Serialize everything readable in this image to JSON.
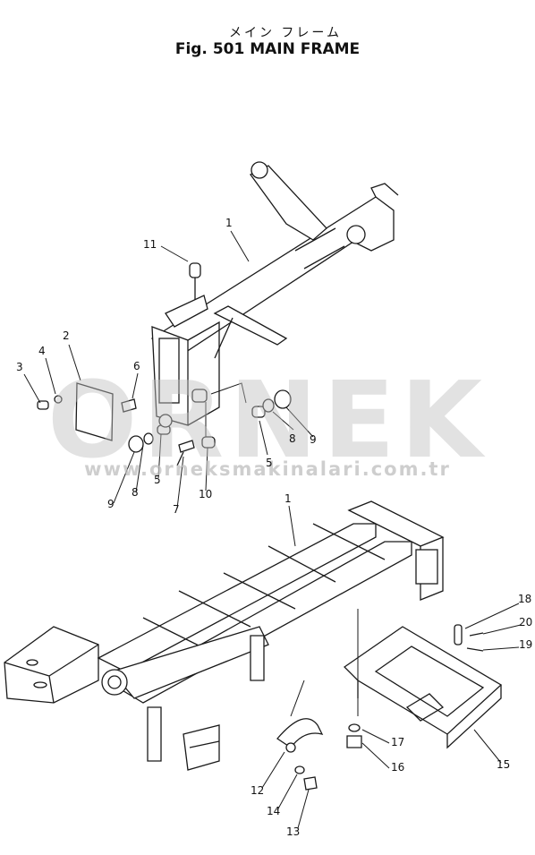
{
  "title_jp": "メイン フレーム",
  "title": "Fig. 501 MAIN FRAME",
  "watermark": {
    "logo": "ORNEK",
    "url": "www.orneksmakinalari.com.tr"
  },
  "callouts": [
    "1",
    "2",
    "3",
    "4",
    "6",
    "11",
    "5",
    "8",
    "9",
    "9",
    "8",
    "5",
    "7",
    "10",
    "1",
    "18",
    "20",
    "19",
    "17",
    "16",
    "15",
    "12",
    "14",
    "13"
  ]
}
